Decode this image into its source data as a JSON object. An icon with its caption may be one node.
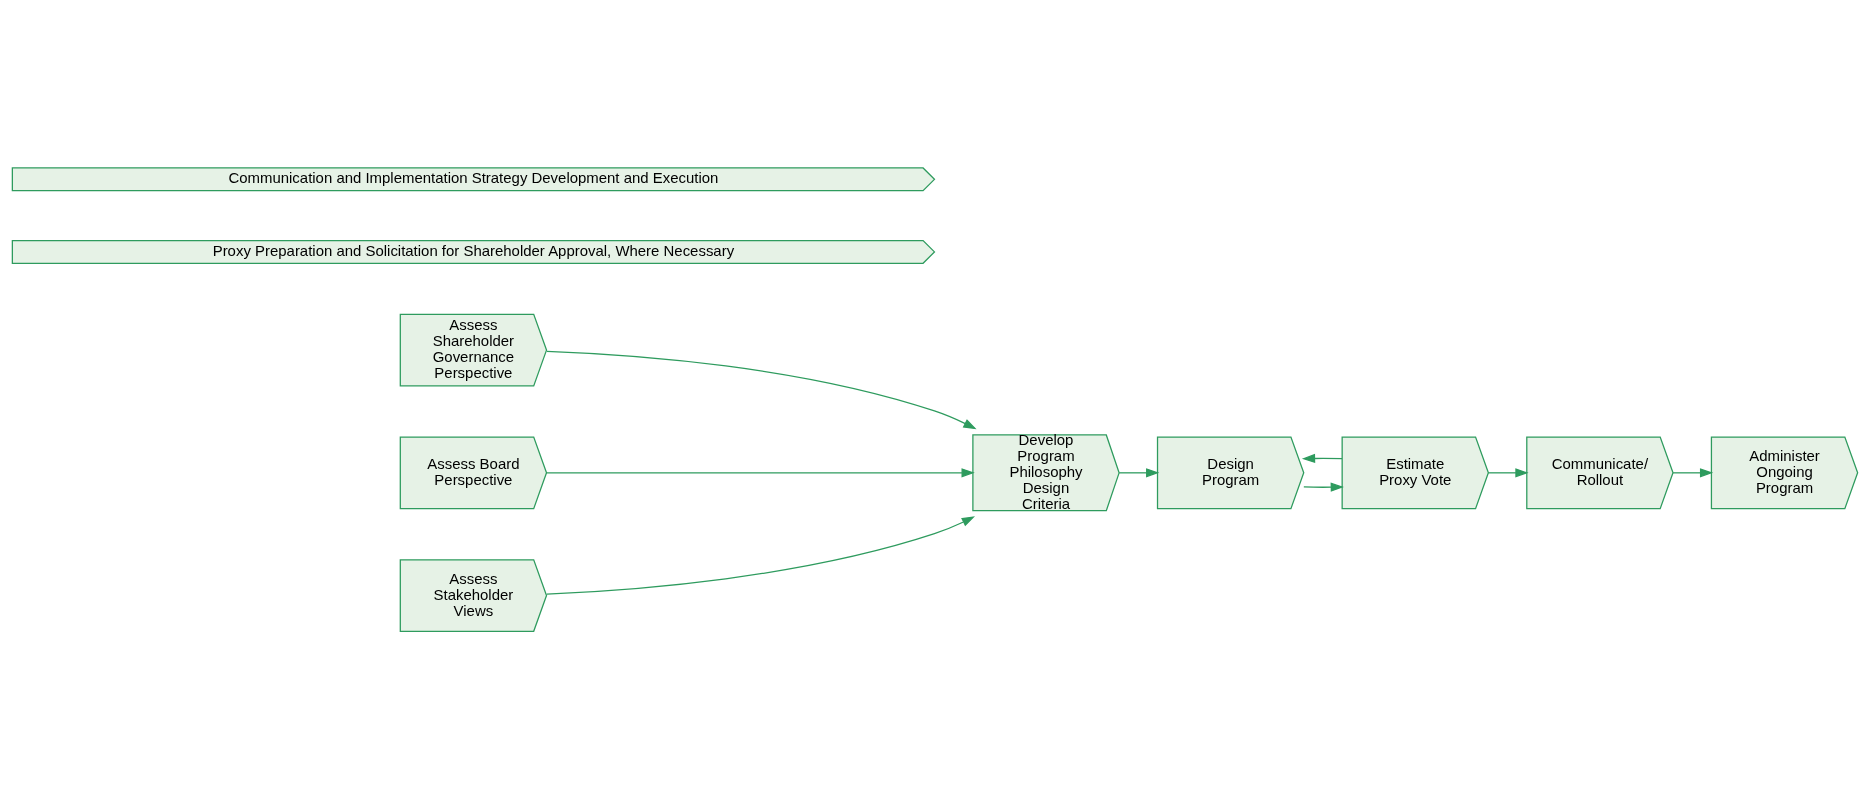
{
  "diagram": {
    "nodes": [
      {
        "text": [
          "Assess Shareholder Governance Perspective"
        ]
      },
      {
        "text": [
          "Assess Board Perspective"
        ]
      },
      {
        "text": [
          "Assess Stakeholder Views"
        ]
      },
      {
        "text": [
          "Develop Program Philosophy Design Criteria"
        ]
      },
      {
        "text": [
          "Design Program"
        ]
      },
      {
        "text": [
          "Estimate Proxy Vote"
        ]
      },
      {
        "text": [
          "Communicate/ Rollout"
        ]
      },
      {
        "text": [
          "Administer Ongoing Program"
        ]
      },
      {
        "text": [
          "Proxy Preparation and Solicitation for Shareholder Approval, Where Necessary"
        ]
      },
      {
        "text": [
          "Communication and Implementation Strategy Development and Execution"
        ]
      }
    ],
    "edges": [
      {
        "from": 0,
        "to": 3,
        "arrow": "to"
      },
      {
        "from": 1,
        "to": 3,
        "arrow": "to"
      },
      {
        "from": 2,
        "to": 3,
        "arrow": "to"
      },
      {
        "from": 3,
        "to": 4,
        "arrow": "to"
      },
      {
        "from": 4,
        "to": 5,
        "arrow": "to"
      },
      {
        "from": 5,
        "to": 4,
        "arrow": "to"
      },
      {
        "from": 5,
        "to": 6,
        "arrow": "to"
      },
      {
        "from": 6,
        "to": 7,
        "arrow": "to"
      }
    ]
  }
}
